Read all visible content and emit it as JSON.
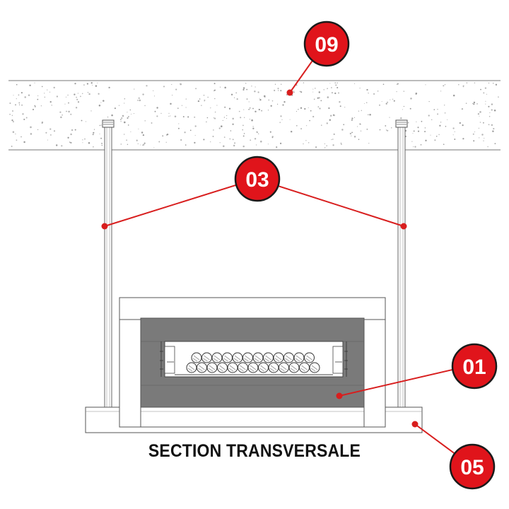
{
  "caption": "SECTION TRANSVERSALE",
  "callouts": [
    {
      "id": "slab",
      "label": "09"
    },
    {
      "id": "rods",
      "label": "03"
    },
    {
      "id": "casing",
      "label": "01"
    },
    {
      "id": "base-plate",
      "label": "05"
    }
  ],
  "colors": {
    "callout": "#e0141b",
    "callout_outline": "#1a1a1a",
    "leader": "#d81e1e",
    "insulation": "#7a7a7a",
    "line": "#555555"
  }
}
